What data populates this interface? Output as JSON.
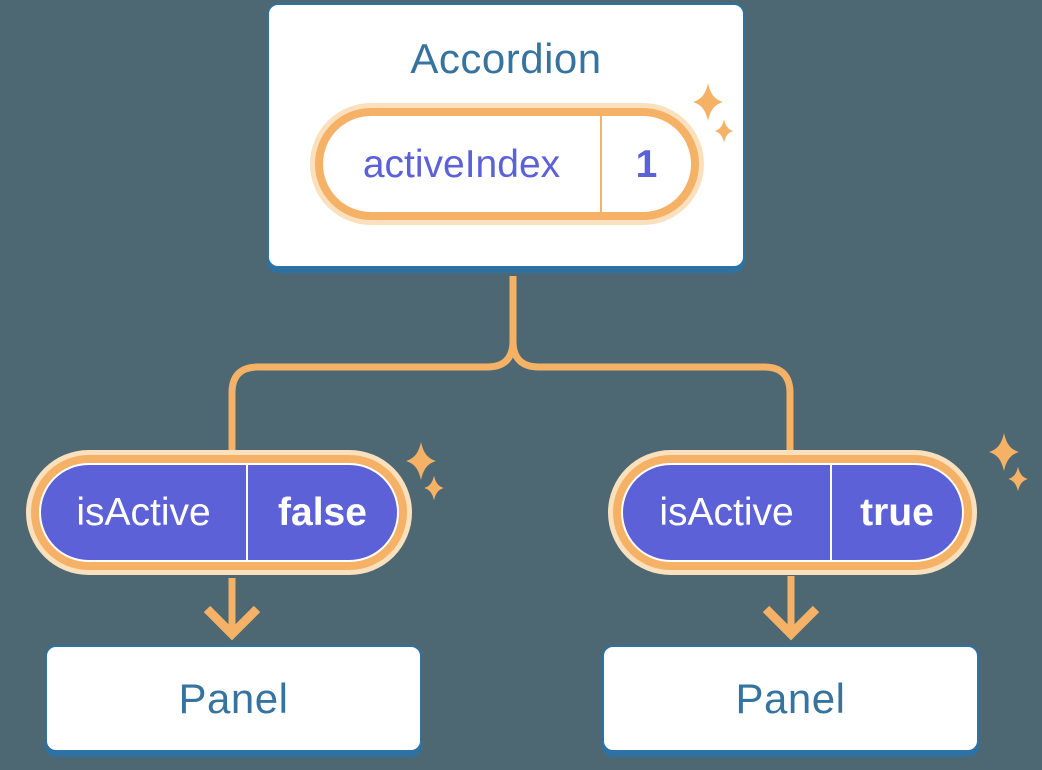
{
  "diagram": {
    "root": {
      "title": "Accordion",
      "state_pill": {
        "name": "activeIndex",
        "value": "1"
      }
    },
    "children": [
      {
        "prop_pill": {
          "name": "isActive",
          "value": "false"
        },
        "target": {
          "title": "Panel"
        }
      },
      {
        "prop_pill": {
          "name": "isActive",
          "value": "true"
        },
        "target": {
          "title": "Panel"
        }
      }
    ],
    "icons": {
      "sparkle_icon": "four-point sparkle/twinkle",
      "down_arrow_icon": "downward chevron arrow"
    }
  },
  "colors": {
    "bg": "#4d6872",
    "blue": "#2d72a2",
    "blue_text": "#36749f",
    "orange": "#f5b266",
    "cream": "#fae0bc",
    "purple": "#5c61d8",
    "white": "#ffffff"
  }
}
